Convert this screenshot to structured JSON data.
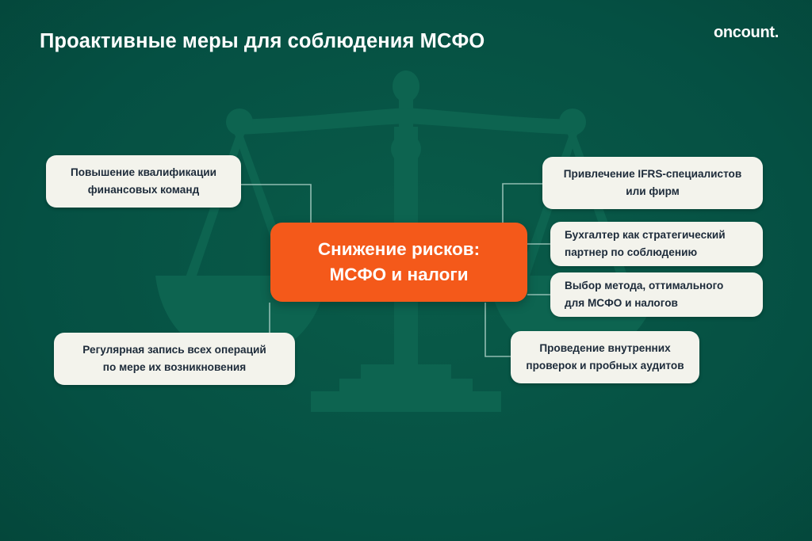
{
  "slide": {
    "title": "Проактивные меры для соблюдения МСФО",
    "brand": "oncount.",
    "background_color": "#05503f",
    "accent_color": "#f4591a",
    "card_color": "#f3f3ec",
    "text_color": "#1d2b3a",
    "artwork": "scales-of-justice-illustration"
  },
  "hub": {
    "line1": "Снижение рисков:",
    "line2": "МСФО и налоги"
  },
  "left_nodes": [
    {
      "id": "qualification",
      "line1": "Повышение квалификации",
      "line2": "финансовых команд",
      "align": "center"
    },
    {
      "id": "regular-recording",
      "line1": "Регулярная запись всех операций",
      "line2": "по мере их возникновения",
      "align": "center"
    }
  ],
  "right_nodes": [
    {
      "id": "ifrs-specialists",
      "line1": "Привлечение IFRS-специалистов",
      "line2": "или фирм",
      "align": "center"
    },
    {
      "id": "strategic-partner",
      "line1": "Бухгалтер как стратегический",
      "line2": "партнер по соблюдению",
      "align": "left"
    },
    {
      "id": "method-choice",
      "line1": "Выбор метода, оттимального",
      "line2": "для МСФО и налогов",
      "align": "left"
    },
    {
      "id": "internal-audits",
      "line1": "Проведение внутренних",
      "line2": "проверок и пробных аудитов",
      "align": "center"
    }
  ]
}
